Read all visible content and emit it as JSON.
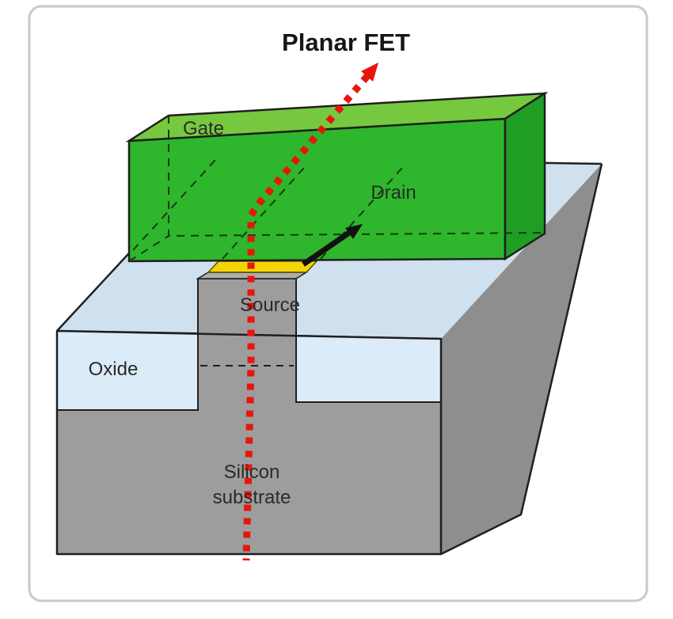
{
  "title": "Planar FET",
  "labels": {
    "gate": "Gate",
    "drain": "Drain",
    "source": "Source",
    "oxide": "Oxide",
    "substrate_line1": "Silicon",
    "substrate_line2": "substrate"
  },
  "colors": {
    "card_border": "#c9c9c9",
    "card_bg": "#ffffff",
    "gate_front": "#2eb62c",
    "gate_top": "#76c93e",
    "gate_right": "#1f9e23",
    "oxide_front": "#dcebf8",
    "oxide_top": "#cfe0ef",
    "silicon_front": "#9d9d9d",
    "silicon_side": "#8e8e8e",
    "silicon_sliver": "#adadad",
    "channel_yellow": "#f3d506",
    "cut_line_red": "#e8150d",
    "outline": "#1f1f1f",
    "arrow_black": "#111111"
  },
  "icons": {
    "cut_line": "red-dotted-cut-line",
    "cut_line_arrowhead": "up-arrowhead",
    "current_arrow": "source-to-drain-arrow"
  }
}
